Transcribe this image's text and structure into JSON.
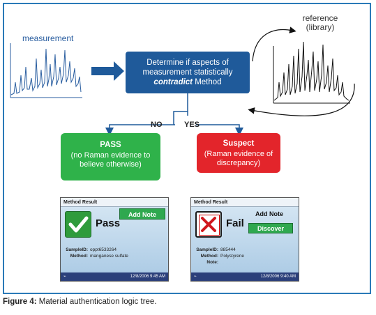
{
  "diagram": {
    "measurement_label": "measurement",
    "reference_label": "reference\n(library)",
    "decision": {
      "line1": "Determine if aspects of",
      "line2": "measurement statistically",
      "emphasis": "contradict",
      "line3_rest": " Method"
    },
    "branch_no": "NO",
    "branch_yes": "YES",
    "pass_box": {
      "heading": "PASS",
      "text": "(no Raman evidence to believe otherwise)",
      "color": "#2fb24a"
    },
    "suspect_box": {
      "heading": "Suspect",
      "text": "(Raman evidence of discrepancy)",
      "color": "#e3252b"
    },
    "accent_color": "#1f5a9a"
  },
  "screens": {
    "pass": {
      "title": "Method Result",
      "result": "Pass",
      "add_note": "Add Note",
      "sample_id_label": "SampleID:",
      "sample_id": "oppt6533264",
      "method_label": "Method:",
      "method": "manganese sulfate",
      "timestamp": "12/8/2006 9:45 AM",
      "icon": "check-icon"
    },
    "fail": {
      "title": "Method Result",
      "result": "Fail",
      "add_note": "Add Note",
      "discover": "Discover",
      "sample_id_label": "SampleID:",
      "sample_id": "885444",
      "method_label": "Method:",
      "method": "Polystyrene",
      "note_label": "Note:",
      "timestamp": "12/8/2006 9:40 AM",
      "icon": "x-icon"
    }
  },
  "caption": {
    "figure": "Figure 4:",
    "text": " Material authentication logic tree."
  }
}
